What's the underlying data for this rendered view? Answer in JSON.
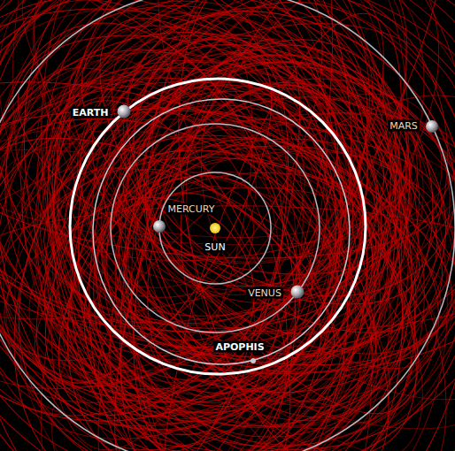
{
  "diagram": {
    "labels": [
      "EARTH",
      "MARS",
      "MERCURY",
      "SUN",
      "VENUS",
      "APOPHIS"
    ]
  }
}
